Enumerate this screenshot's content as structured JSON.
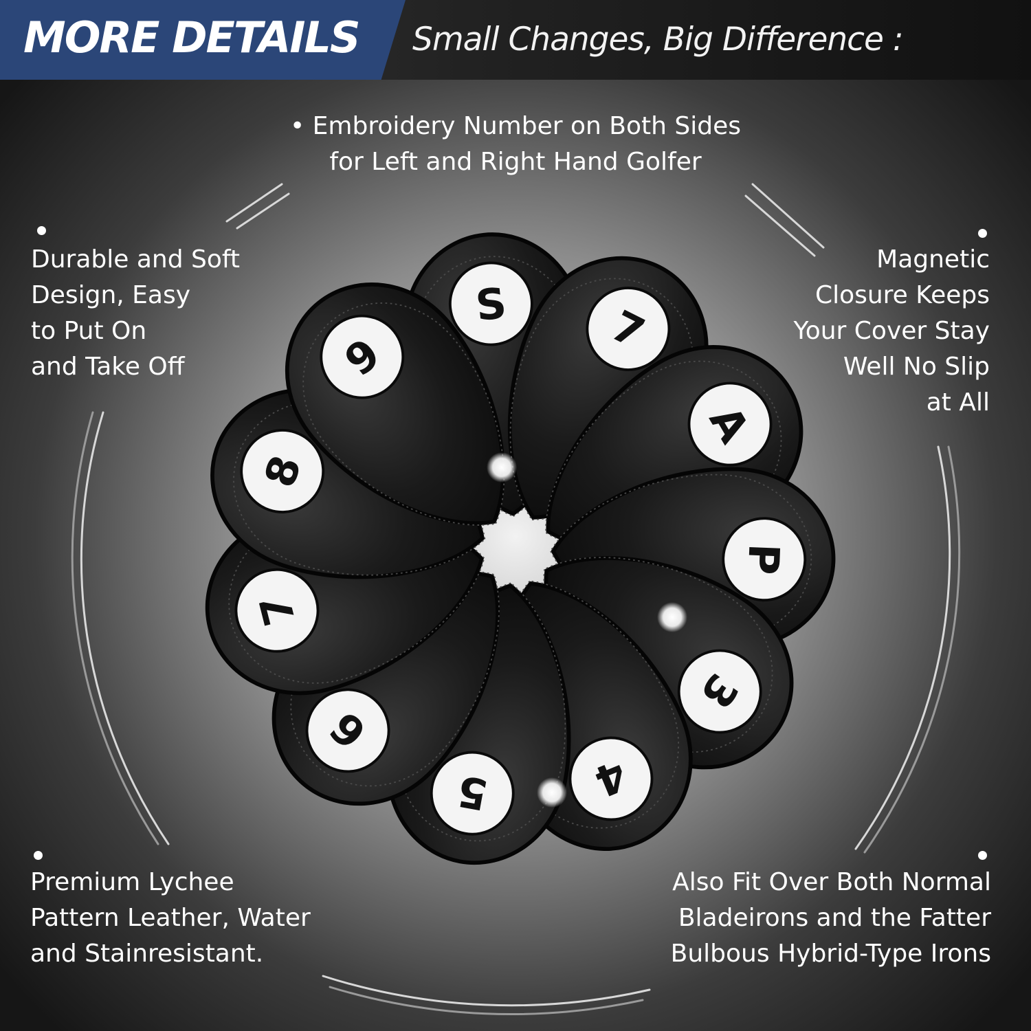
{
  "header": {
    "badge": "MORE DETAILS",
    "subtitle": "Small Changes, Big Difference :"
  },
  "features": {
    "top": {
      "lines": [
        "• Embroidery Number on Both Sides",
        "for Left and Right Hand Golfer"
      ]
    },
    "left": {
      "lines": [
        "Durable and Soft",
        "Design, Easy",
        "to Put On",
        "and Take Off"
      ]
    },
    "right": {
      "lines": [
        "Magnetic",
        "Closure Keeps",
        "Your Cover Stay",
        "Well No Slip",
        "at All"
      ]
    },
    "bottom_left": {
      "lines": [
        "Premium Lychee",
        "Pattern Leather, Water",
        "and Stainresistant."
      ]
    },
    "bottom_right": {
      "lines": [
        "Also Fit Over Both Normal",
        "Bladeirons and the Fatter",
        "Bulbous Hybrid-Type Irons"
      ]
    }
  },
  "headcovers": {
    "labels": [
      "S",
      "7",
      "A",
      "P",
      "3",
      "4",
      "5",
      "6",
      "7",
      "8",
      "9"
    ],
    "color": "#161616",
    "badge_color": "#f4f4f4"
  },
  "colors": {
    "badge_bg": "#2b4678",
    "text": "#ffffff"
  }
}
